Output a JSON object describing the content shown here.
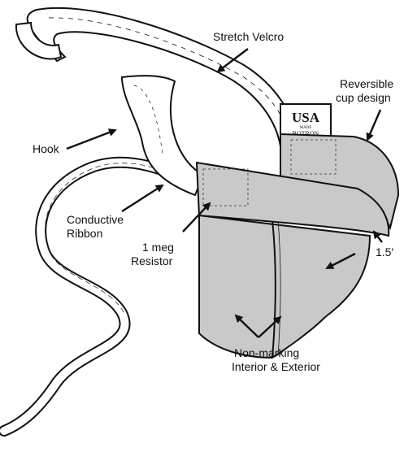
{
  "labels": {
    "stretch_velcro": "Stretch Velcro",
    "hook": "Hook",
    "reversible_line1": "Reversible",
    "reversible_line2": "cup design",
    "conductive_line1": "Conductive",
    "conductive_line2": "Ribbon",
    "resistor_line1": "1 meg",
    "resistor_line2": "Resistor",
    "length": "1.5'",
    "nonmarking_line1": "Non-marking",
    "nonmarking_line2": "Interior & Exterior"
  },
  "tag": {
    "brand_top": "USA",
    "made": "MADE",
    "brand_bottom": "BOTRON"
  },
  "colors": {
    "band_fill": "#c9c9c9",
    "ink": "#111111",
    "paper": "#ffffff"
  }
}
